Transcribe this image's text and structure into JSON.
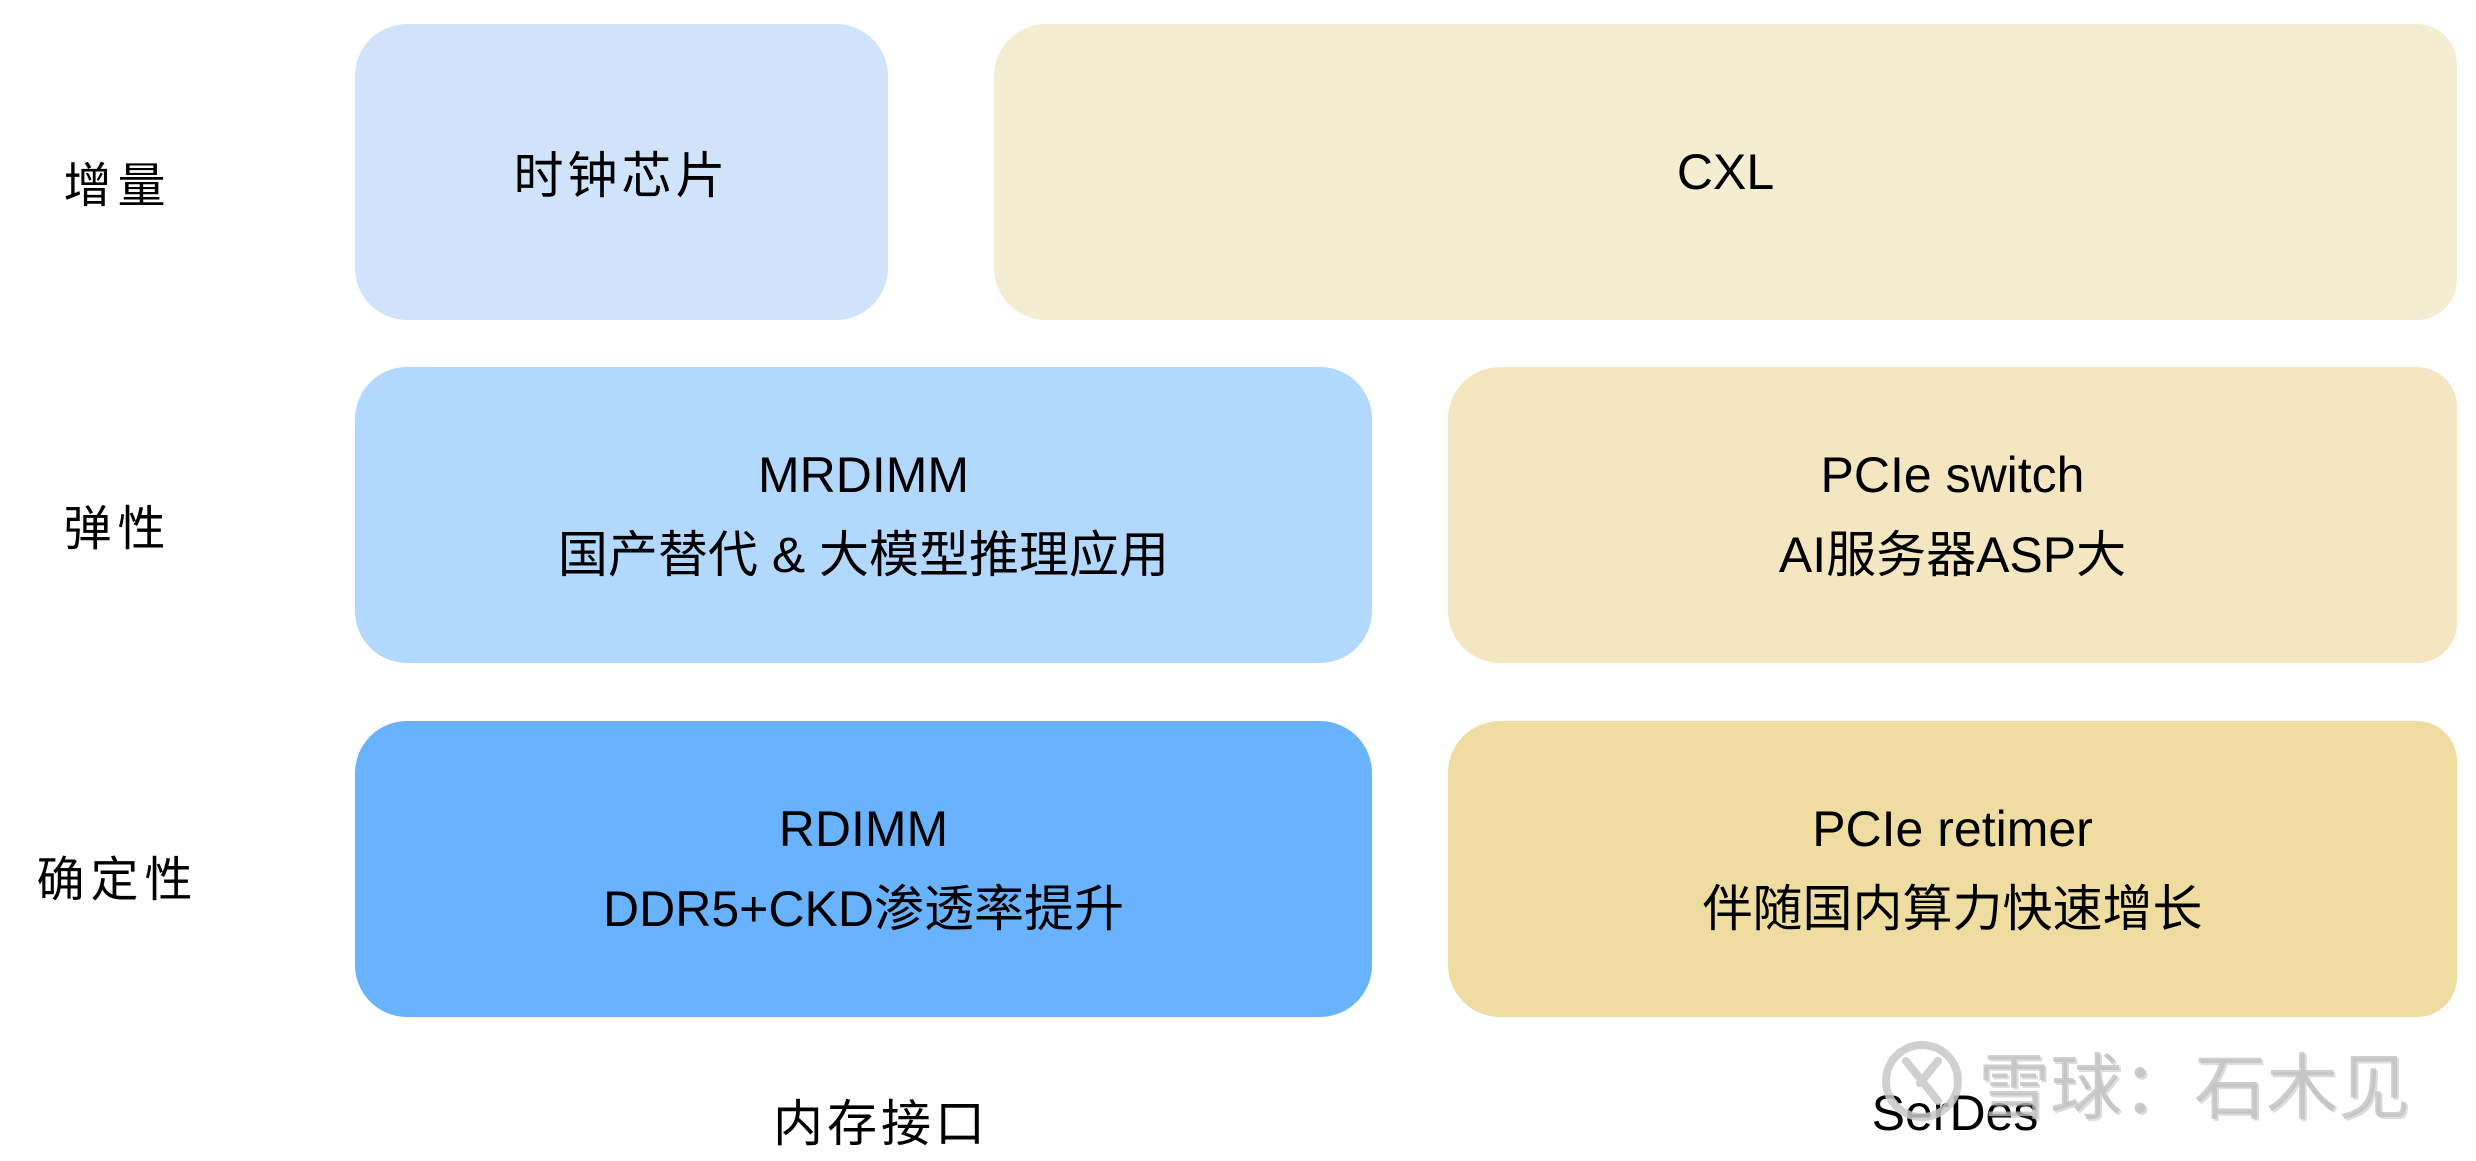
{
  "rows": [
    {
      "label": "增量"
    },
    {
      "label": "弹性"
    },
    {
      "label": "确定性"
    }
  ],
  "columns": [
    {
      "label": "内存接口"
    },
    {
      "label": "SerDes"
    }
  ],
  "boxes": {
    "clock": {
      "title": "时钟芯片",
      "color": "#CFE3FA"
    },
    "cxl": {
      "title": "CXL",
      "color": "#F5EDD2"
    },
    "mrdimm": {
      "title": "MRDIMM",
      "subtitle": "国产替代 & 大模型推理应用",
      "color": "#B3D8FD"
    },
    "switch": {
      "title": "PCIe switch",
      "subtitle": "AI服务器ASP大",
      "color": "#F3E6C0"
    },
    "rdimm": {
      "title": "RDIMM",
      "subtitle": "DDR5+CKD渗透率提升",
      "color": "#69B2FE"
    },
    "retimer": {
      "title": "PCIe retimer",
      "subtitle": "伴随国内算力快速增长",
      "color": "#EEDCA1"
    }
  },
  "watermark": {
    "icon": "xueqiu-logo-icon",
    "text": "雪球：石木见"
  }
}
